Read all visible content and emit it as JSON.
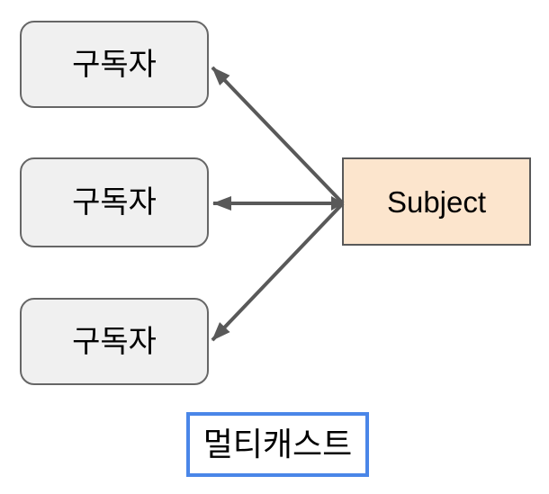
{
  "diagram": {
    "subject": {
      "label": "Subject"
    },
    "subscribers": [
      {
        "label": "구독자"
      },
      {
        "label": "구독자"
      },
      {
        "label": "구독자"
      }
    ],
    "caption": {
      "label": "멀티캐스트"
    },
    "colors": {
      "background": "#ffffff",
      "subject_fill": "#fce5cd",
      "subject_border": "#595959",
      "subscriber_fill": "#f0f0f0",
      "subscriber_border": "#666666",
      "arrow": "#595959",
      "caption_border": "#4a86e8",
      "text": "#000000"
    }
  }
}
